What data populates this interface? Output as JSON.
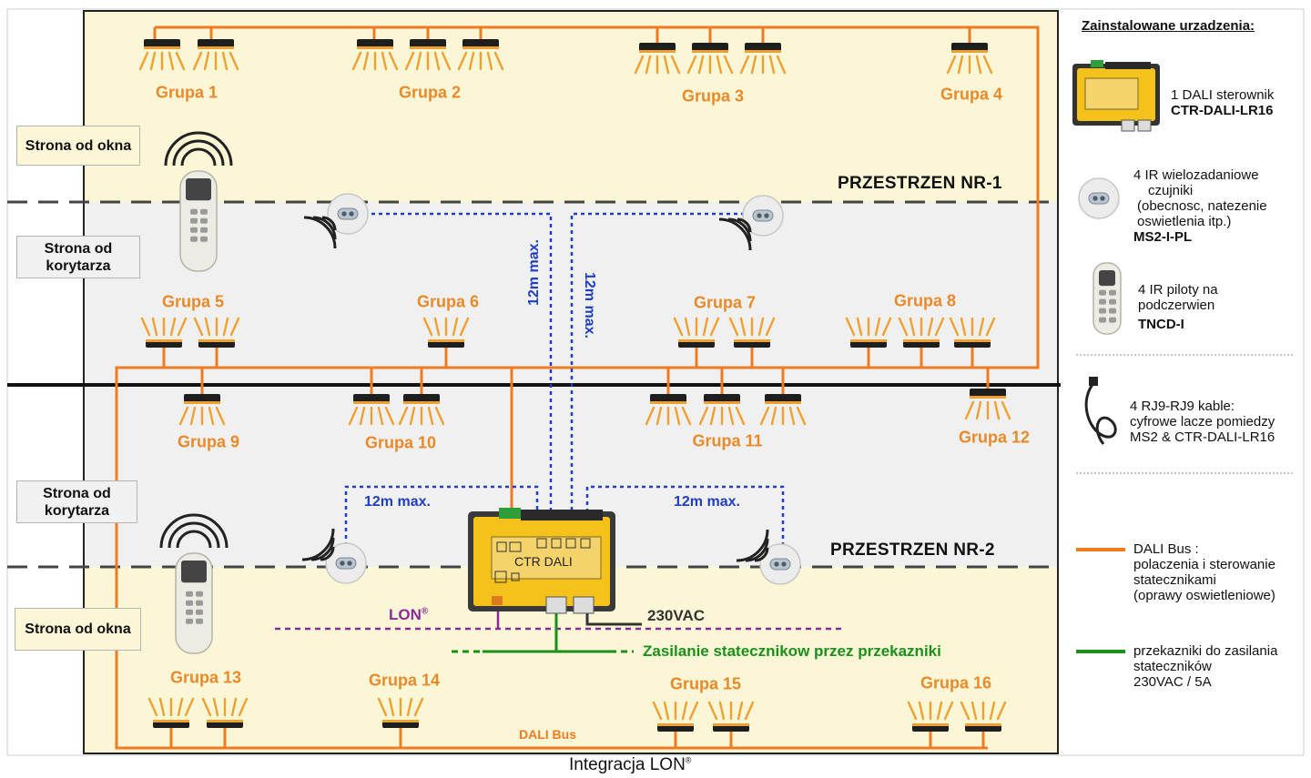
{
  "diagram": {
    "side_labels": {
      "window_top": "Strona od okna",
      "corridor_1": "Strona od korytarza",
      "corridor_2": "Strona od korytarza",
      "window_bottom": "Strona od okna"
    },
    "spaces": {
      "space_1": "PRZESTRZEN NR-1",
      "space_2": "PRZESTRZEN NR-2"
    },
    "groups": [
      {
        "label": "Grupa 1"
      },
      {
        "label": "Grupa 2"
      },
      {
        "label": "Grupa 3"
      },
      {
        "label": "Grupa 4"
      },
      {
        "label": "Grupa 5"
      },
      {
        "label": "Grupa 6"
      },
      {
        "label": "Grupa 7"
      },
      {
        "label": "Grupa 8"
      },
      {
        "label": "Grupa 9"
      },
      {
        "label": "Grupa 10"
      },
      {
        "label": "Grupa 11"
      },
      {
        "label": "Grupa 12"
      },
      {
        "label": "Grupa 13"
      },
      {
        "label": "Grupa 14"
      },
      {
        "label": "Grupa 15"
      },
      {
        "label": "Grupa 16"
      }
    ],
    "distance_labels": [
      "12m max.",
      "12m max.",
      "12m max.",
      "12m max."
    ],
    "controller_label": "CTR DALI",
    "lon_label": "LON",
    "lon_reg": "®",
    "power_label": "230VAC",
    "relay_label": "Zasilanie statecznikow przez przekazniki",
    "bus_label": "DALI Bus",
    "caption": "Integracja LON",
    "caption_reg": "®"
  },
  "legend": {
    "title": "Zainstalowane urzadzenia:",
    "controller": {
      "line1": "1 DALI sterownik",
      "model": "CTR-DALI-LR16"
    },
    "sensor": {
      "line1": "4 IR wielozadaniowe",
      "line2": "czujniki",
      "line3": "(obecnosc, natezenie",
      "line4": "oswietlenia itp.)",
      "model": "MS2-I-PL"
    },
    "remote": {
      "line1": "4 IR piloty na",
      "line2": "podczerwien",
      "model": "TNCD-I"
    },
    "cable": {
      "line1": "4 RJ9-RJ9 kable:",
      "line2": "cyfrowe lacze pomiedzy",
      "line3": "MS2 & CTR-DALI-LR16"
    },
    "dali_bus": {
      "line1": "DALI Bus :",
      "line2": "polaczenia i sterowanie",
      "line3": "statecznikami",
      "line4": "(oprawy oswietleniowe)"
    },
    "relay": {
      "line1": "przekazniki do zasilania",
      "line2": "stateczników",
      "line3": "230VAC / 5A"
    }
  },
  "colors": {
    "dali_orange": "#f07a20",
    "data_blue": "#1f3fbf",
    "relay_green": "#1a8f1a",
    "lon_purple": "#8a2a9a",
    "window_zone": "#fbf7d6",
    "corridor_zone": "#f0f0f0",
    "group_text": "#e88a2a"
  }
}
